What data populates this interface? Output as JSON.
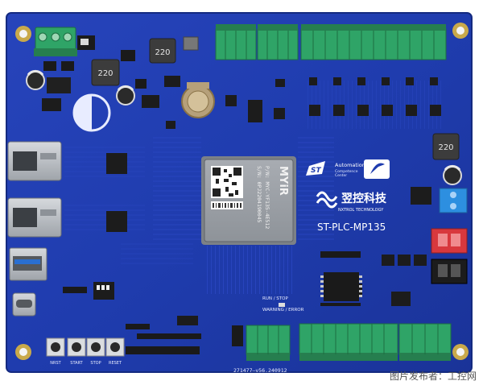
{
  "board": {
    "model": "ST-PLC-MP135",
    "brand_cn": "翌控科技",
    "brand_en": "NXTROL TECHNOLOGY",
    "serial": "271477—v56.240912",
    "inductors": [
      "220",
      "220",
      "220"
    ]
  },
  "som": {
    "logo": "MYiR",
    "line1": "P/N: MYC-YF135-4E512",
    "line2": "S/N: 0PJ2204190045"
  },
  "partners": {
    "st": "ST",
    "automation_title": "Automation",
    "automation_sub1": "Competence",
    "automation_sub2": "Center"
  },
  "silkscreen": {
    "buttons": [
      "NRST",
      "START",
      "STOP",
      "RESET"
    ],
    "run_stop": "RUN / STOP",
    "warning": "WARNING / ERROR"
  },
  "watermark": "图片发布者：工控网",
  "colors": {
    "pcb": "#1e3aa8",
    "pcb_light": "#2c4ed0",
    "terminal_green": "#2fa467",
    "terminal_blue": "#2d8fe0",
    "terminal_red": "#d8383d",
    "gold": "#c9a94a"
  }
}
